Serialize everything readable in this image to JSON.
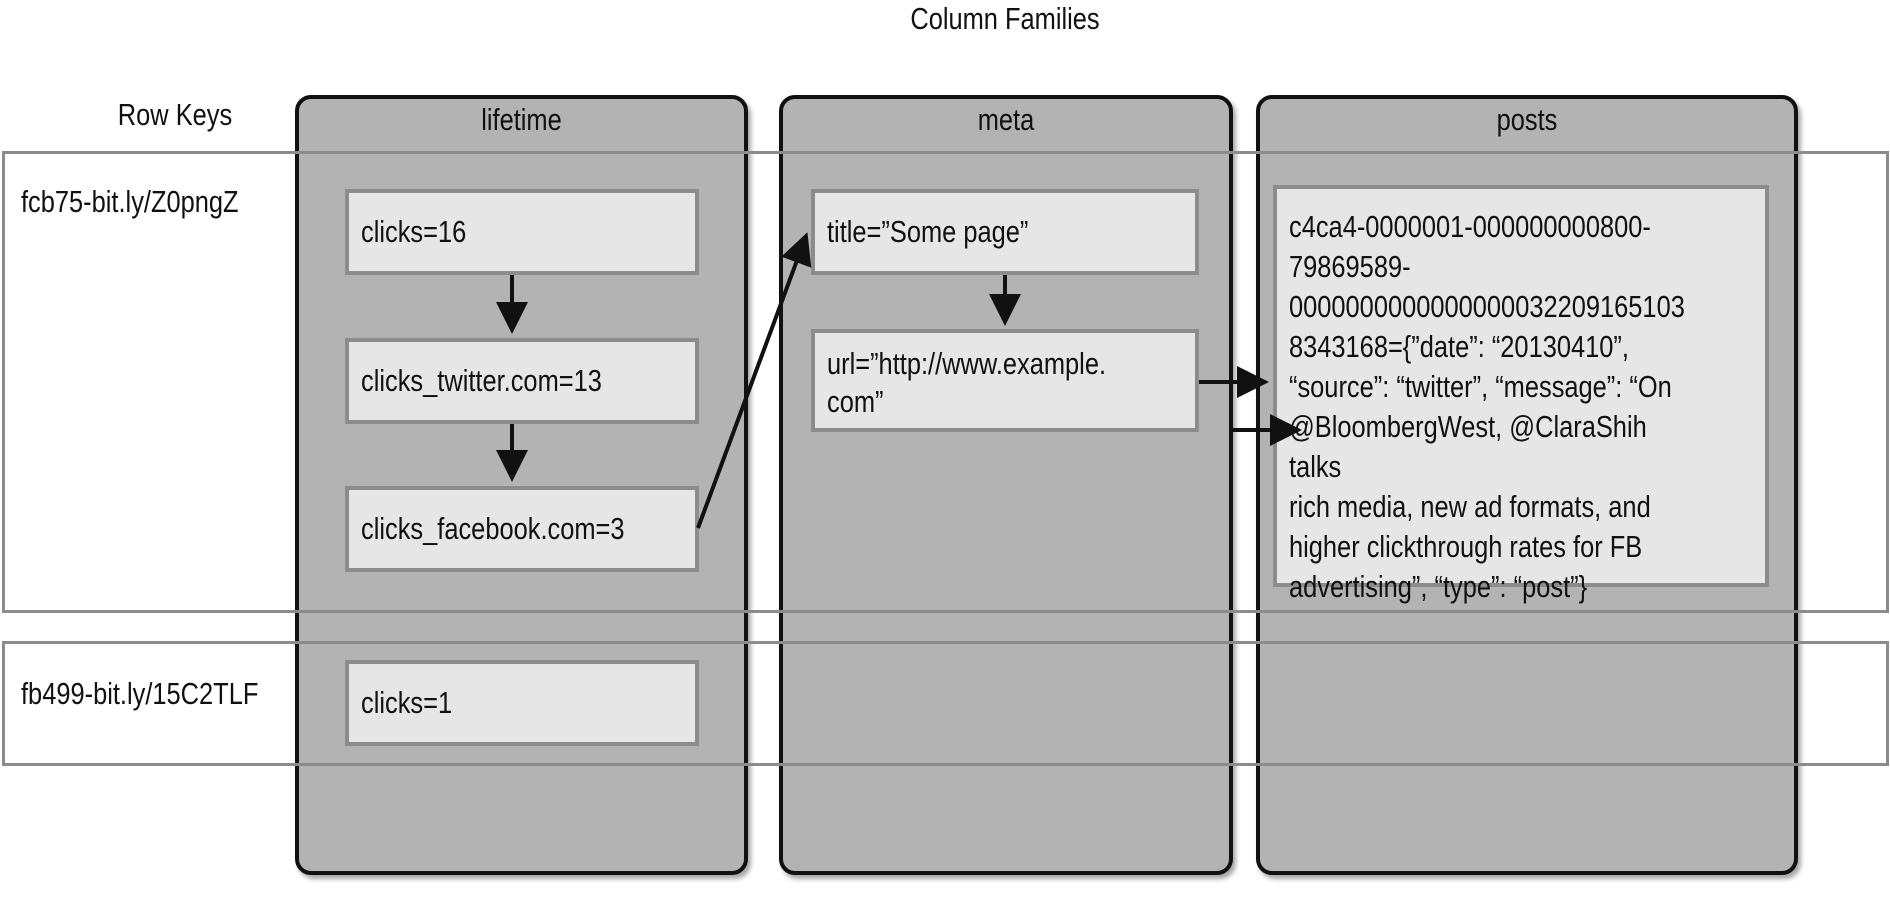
{
  "header": {
    "column_families_label": "Column Families",
    "row_keys_label": "Row Keys"
  },
  "families": [
    {
      "title": "lifetime"
    },
    {
      "title": "meta"
    },
    {
      "title": "posts"
    }
  ],
  "rows": [
    {
      "key": "fcb75-bit.ly/Z0pngZ"
    },
    {
      "key": "fb499-bit.ly/15C2TLF"
    }
  ],
  "cells": {
    "r1_clicks": "clicks=16",
    "r1_clicks_twitter": "clicks_twitter.com=13",
    "r1_clicks_facebook": "clicks_facebook.com=3",
    "r1_title": "title=”Some page”",
    "r1_url": "url=”http://www.example.\ncom”",
    "r1_post": "c4ca4-0000001-000000000800-\n79869589-\n0000000000000000032209165103\n8343168={”date”: “20130410”,\n“source”: “twitter”, “message”: “On\n@BloombergWest, @ClaraShih talks\nrich media, new ad formats, and\nhigher clickthrough rates for FB\nadvertising”, “type”: “post”}",
    "r2_clicks": "clicks=1"
  },
  "colors": {
    "family_fill": "#b3b3b3",
    "cell_fill": "#e6e6e6",
    "band_border": "#8c8c8c",
    "stroke": "#111111"
  }
}
